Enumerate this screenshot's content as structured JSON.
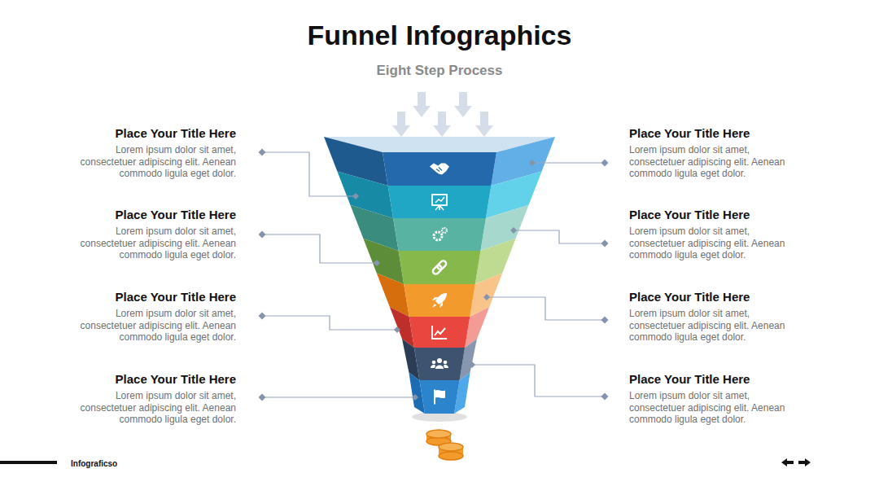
{
  "diagram": {
    "title": "Funnel Infographics",
    "nodes": [
      {
        "text": [
          "Place Your Title Here",
          "Lorem ipsum dolor sit amet, consectetuer adipiscing elit. Aenean commodo ligula eget dolor."
        ]
      },
      {
        "text": [
          "Place Your Title Here",
          "Lorem ipsum dolor sit amet, consectetuer adipiscing elit. Aenean commodo ligula eget dolor."
        ]
      },
      {
        "text": [
          "Place Your Title Here",
          "Lorem ipsum dolor sit amet, consectetuer adipiscing elit. Aenean commodo ligula eget dolor."
        ]
      },
      {
        "text": [
          "Place Your Title Here",
          "Lorem ipsum dolor sit amet, consectetuer adipiscing elit. Aenean commodo ligula eget dolor."
        ]
      },
      {
        "text": [
          "Place Your Title Here",
          "Lorem ipsum dolor sit amet, consectetuer adipiscing elit. Aenean commodo ligula eget dolor."
        ]
      },
      {
        "text": [
          "Place Your Title Here",
          "Lorem ipsum dolor sit amet, consectetuer adipiscing elit. Aenean commodo ligula eget dolor."
        ]
      },
      {
        "text": [
          "Place Your Title Here",
          "Lorem ipsum dolor sit amet, consectetuer adipiscing elit. Aenean commodo ligula eget dolor."
        ]
      },
      {
        "text": [
          "Place Your Title Here",
          "Lorem ipsum dolor sit amet, consectetuer adipiscing elit. Aenean commodo ligula eget dolor."
        ]
      }
    ],
    "labels": [
      "Eight Step Process",
      "Infograficso"
    ]
  }
}
